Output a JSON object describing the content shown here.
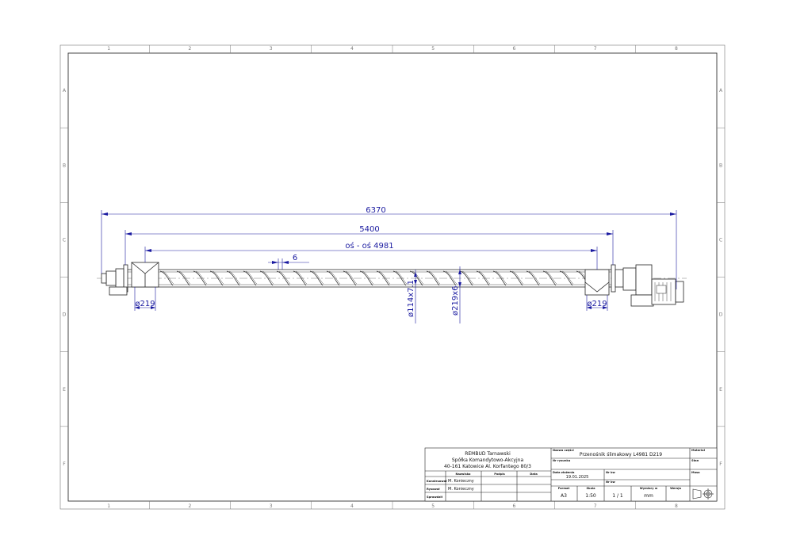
{
  "drawing": {
    "zones_columns": [
      "1",
      "2",
      "3",
      "4",
      "5",
      "6",
      "7",
      "8"
    ],
    "zones_rows": [
      "A",
      "B",
      "C",
      "D",
      "E",
      "F"
    ],
    "dimensions": {
      "overall": "6370",
      "span": "5400",
      "axis": "oś - oś 4981",
      "pitch_offset": "6",
      "inlet_dia": "ø219",
      "outlet_dia": "ø219",
      "shaft": "ø114x7.1",
      "tube": "ø219x6"
    },
    "colors": {
      "dimension": "#1a1aa0",
      "line": "#222222",
      "frame": "#555555"
    }
  },
  "title_block": {
    "company": [
      "REMBUD Tarnawski",
      "Spółka Komandytowo-Akcyjna",
      "40-161 Katowice Al. Korfantego 80/3"
    ],
    "headers": {
      "name": "Nazwisko",
      "signature": "Podpis",
      "date": "Data"
    },
    "rows": [
      {
        "label": "Konstruował",
        "name": "M. Konieczny"
      },
      {
        "label": "Rysował",
        "name": "M. Konieczny"
      },
      {
        "label": "Sprawdził",
        "name": ""
      }
    ],
    "part_name_label": "Nazwa części",
    "part_name": "Przenośnik ślimakowy L4981 D219",
    "drawing_no_label": "Nr rysunku",
    "start_date_label": "Data złożenia",
    "start_date": "19.01.2025",
    "material_label": "Materiał",
    "state_label": "Stan",
    "mass_label": "Masa",
    "kw1_label": "Nr kw",
    "kw2_label": "Nr kw",
    "format_label": "Format",
    "format": "A3",
    "scale_label": "Skala",
    "scale": "1:50",
    "sheet": "1 / 1",
    "units_label": "Wymiary w",
    "units": "mm",
    "version_label": "Wersja"
  }
}
